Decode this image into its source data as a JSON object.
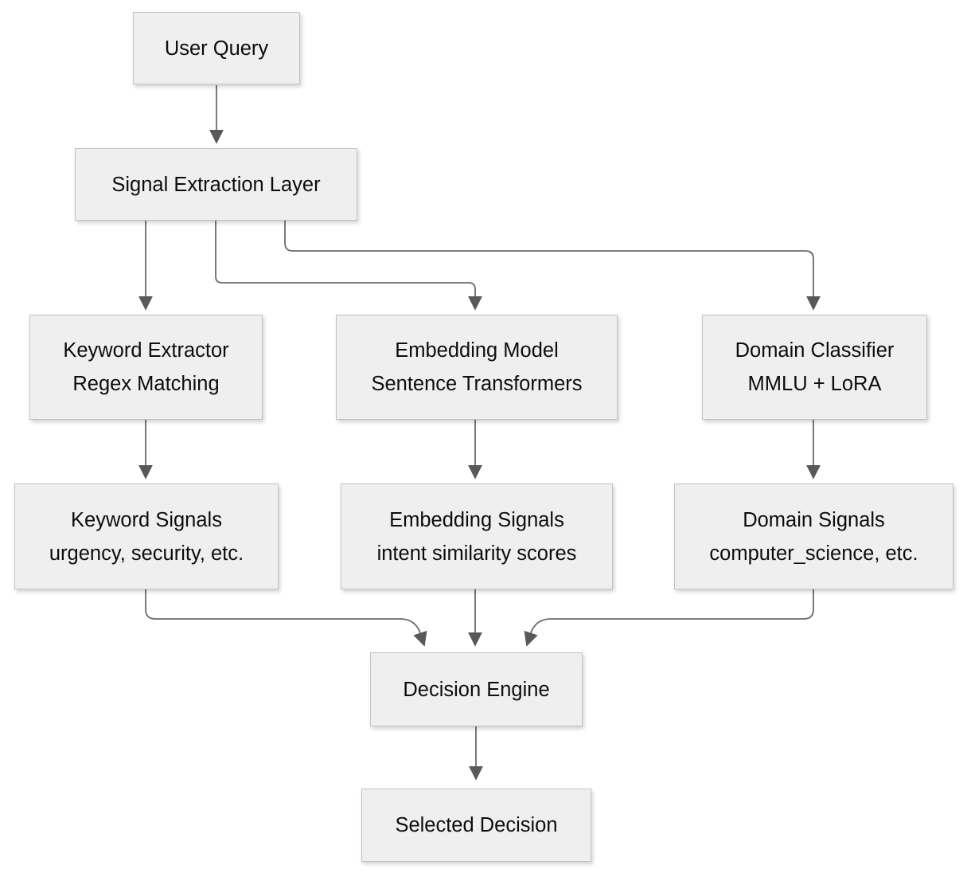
{
  "diagram": {
    "type": "flowchart",
    "direction": "top-down"
  },
  "nodes": {
    "user_query": {
      "title": "User Query"
    },
    "signal_extraction": {
      "title": "Signal Extraction Layer"
    },
    "keyword_extractor": {
      "title": "Keyword Extractor",
      "subtitle": "Regex Matching"
    },
    "embedding_model": {
      "title": "Embedding Model",
      "subtitle": "Sentence Transformers"
    },
    "domain_classifier": {
      "title": "Domain Classifier",
      "subtitle": "MMLU + LoRA"
    },
    "keyword_signals": {
      "title": "Keyword Signals",
      "subtitle": "urgency, security, etc."
    },
    "embedding_signals": {
      "title": "Embedding Signals",
      "subtitle": "intent similarity scores"
    },
    "domain_signals": {
      "title": "Domain Signals",
      "subtitle": "computer_science, etc."
    },
    "decision_engine": {
      "title": "Decision Engine"
    },
    "selected_decision": {
      "title": "Selected Decision"
    }
  },
  "edges": [
    {
      "from": "user_query",
      "to": "signal_extraction"
    },
    {
      "from": "signal_extraction",
      "to": "keyword_extractor"
    },
    {
      "from": "signal_extraction",
      "to": "embedding_model"
    },
    {
      "from": "signal_extraction",
      "to": "domain_classifier"
    },
    {
      "from": "keyword_extractor",
      "to": "keyword_signals"
    },
    {
      "from": "embedding_model",
      "to": "embedding_signals"
    },
    {
      "from": "domain_classifier",
      "to": "domain_signals"
    },
    {
      "from": "keyword_signals",
      "to": "decision_engine"
    },
    {
      "from": "embedding_signals",
      "to": "decision_engine"
    },
    {
      "from": "domain_signals",
      "to": "decision_engine"
    },
    {
      "from": "decision_engine",
      "to": "selected_decision"
    }
  ],
  "colors": {
    "background": "#ffffff",
    "node_fill": "#efefef",
    "node_border": "#c3c3c3",
    "text": "#0d0d0d",
    "edge_stroke": "#6b6b6b",
    "arrow_fill": "#595959"
  }
}
